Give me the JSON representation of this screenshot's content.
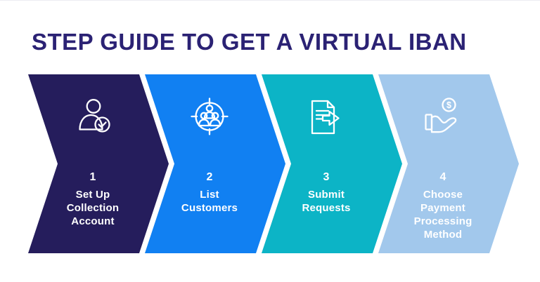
{
  "title": "STEP GUIDE TO GET A VIRTUAL IBAN",
  "colors": {
    "background": "#ffffff",
    "title": "#2b2274",
    "step_text": "#ffffff"
  },
  "steps": [
    {
      "number": "1",
      "label": "Set Up\nCollection\nAccount",
      "color": "#251d5c",
      "icon": "user-check"
    },
    {
      "number": "2",
      "label": "List\nCustomers",
      "color": "#1180f2",
      "icon": "customers-target"
    },
    {
      "number": "3",
      "label": "Submit\nRequests",
      "color": "#0cb4c6",
      "icon": "document-arrow"
    },
    {
      "number": "4",
      "label": "Choose\nPayment\nProcessing\nMethod",
      "color": "#a2c8ec",
      "icon": "hand-dollar",
      "currency_symbol": "$"
    }
  ]
}
